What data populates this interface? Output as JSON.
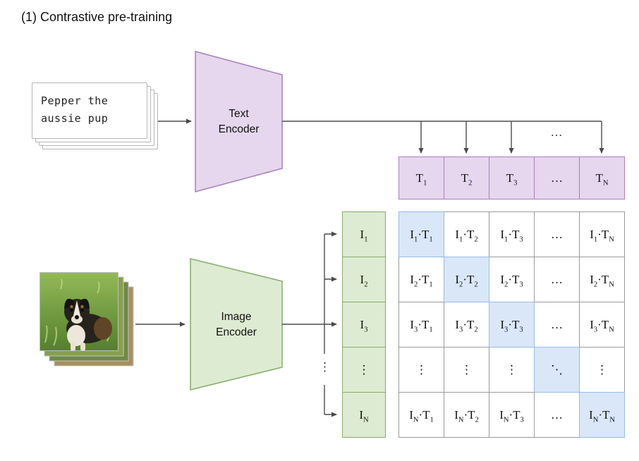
{
  "title": "(1) Contrastive pre-training",
  "text_input": {
    "caption": "Pepper the\naussie pup"
  },
  "text_encoder": {
    "label": "Text\nEncoder"
  },
  "image_encoder": {
    "label": "Image\nEncoder"
  },
  "embeddings": {
    "text": [
      "T_1",
      "T_2",
      "T_3",
      "…",
      "T_N"
    ],
    "image": [
      "I_1",
      "I_2",
      "I_3",
      "⋮",
      "I_N"
    ]
  },
  "matrix": {
    "rows": [
      [
        "I_1·T_1",
        "I_1·T_2",
        "I_1·T_3",
        "…",
        "I_1·T_N"
      ],
      [
        "I_2·T_1",
        "I_2·T_2",
        "I_2·T_3",
        "…",
        "I_2·T_N"
      ],
      [
        "I_3·T_1",
        "I_3·T_2",
        "I_3·T_3",
        "…",
        "I_3·T_N"
      ],
      [
        "⋮",
        "⋮",
        "⋮",
        "⋱",
        "⋮"
      ],
      [
        "I_N·T_1",
        "I_N·T_2",
        "I_N·T_3",
        "…",
        "I_N·T_N"
      ]
    ]
  },
  "connectors": {
    "text_ellipsis": "…",
    "image_ellipsis": "⋮"
  },
  "colors": {
    "purple-fill": "#e6d6ee",
    "purple-border": "#a97fbf",
    "green-fill": "#ddebd2",
    "green-border": "#85ad6a",
    "diag-fill": "#d9e7f8",
    "diag-border": "#97bbe8",
    "cell-border": "#9a9a9a",
    "arrow": "#4a4a4a"
  }
}
